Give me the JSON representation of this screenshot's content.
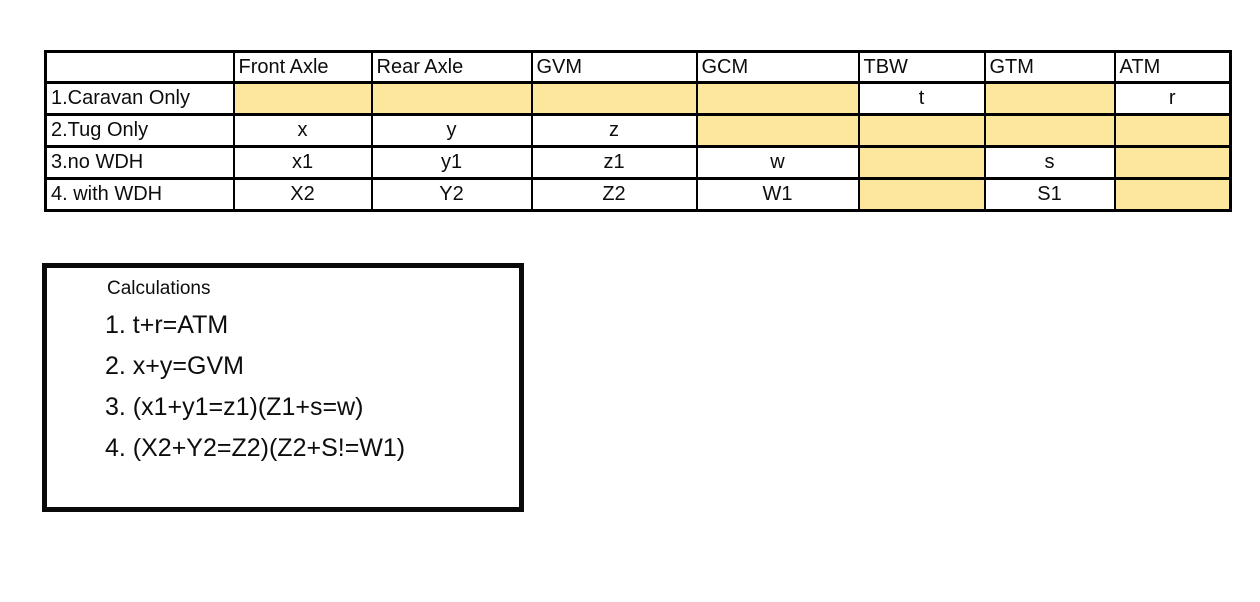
{
  "table": {
    "columns": [
      "",
      "Front Axle",
      "Rear Axle",
      "GVM",
      "GCM",
      "TBW",
      "GTM",
      "ATM"
    ],
    "rows": [
      {
        "label": "1.Caravan Only",
        "cells": [
          {
            "text": "",
            "highlight": true
          },
          {
            "text": "",
            "highlight": true
          },
          {
            "text": "",
            "highlight": true
          },
          {
            "text": "",
            "highlight": true
          },
          {
            "text": "t",
            "highlight": false
          },
          {
            "text": "",
            "highlight": true
          },
          {
            "text": "r",
            "highlight": false
          }
        ]
      },
      {
        "label": "2.Tug Only",
        "cells": [
          {
            "text": "x",
            "highlight": false
          },
          {
            "text": "y",
            "highlight": false
          },
          {
            "text": "z",
            "highlight": false
          },
          {
            "text": "",
            "highlight": true
          },
          {
            "text": "",
            "highlight": true
          },
          {
            "text": "",
            "highlight": true
          },
          {
            "text": "",
            "highlight": true
          }
        ]
      },
      {
        "label": "3.no WDH",
        "cells": [
          {
            "text": "x1",
            "highlight": false
          },
          {
            "text": "y1",
            "highlight": false
          },
          {
            "text": "z1",
            "highlight": false
          },
          {
            "text": "w",
            "highlight": false
          },
          {
            "text": "",
            "highlight": true
          },
          {
            "text": "s",
            "highlight": false
          },
          {
            "text": "",
            "highlight": true
          }
        ]
      },
      {
        "label": "4. with WDH",
        "cells": [
          {
            "text": "X2",
            "highlight": false
          },
          {
            "text": "Y2",
            "highlight": false
          },
          {
            "text": "Z2",
            "highlight": false
          },
          {
            "text": "W1",
            "highlight": false
          },
          {
            "text": "",
            "highlight": true
          },
          {
            "text": "S1",
            "highlight": false
          },
          {
            "text": "",
            "highlight": true
          }
        ]
      }
    ]
  },
  "calculations": {
    "title": "Calculations",
    "items": [
      "1. t+r=ATM",
      "2. x+y=GVM",
      "3. (x1+y1=z1)(Z1+s=w)",
      "4. (X2+Y2=Z2)(Z2+S!=W1)"
    ]
  },
  "colors": {
    "highlight": "#fce79c",
    "border": "#000000"
  }
}
